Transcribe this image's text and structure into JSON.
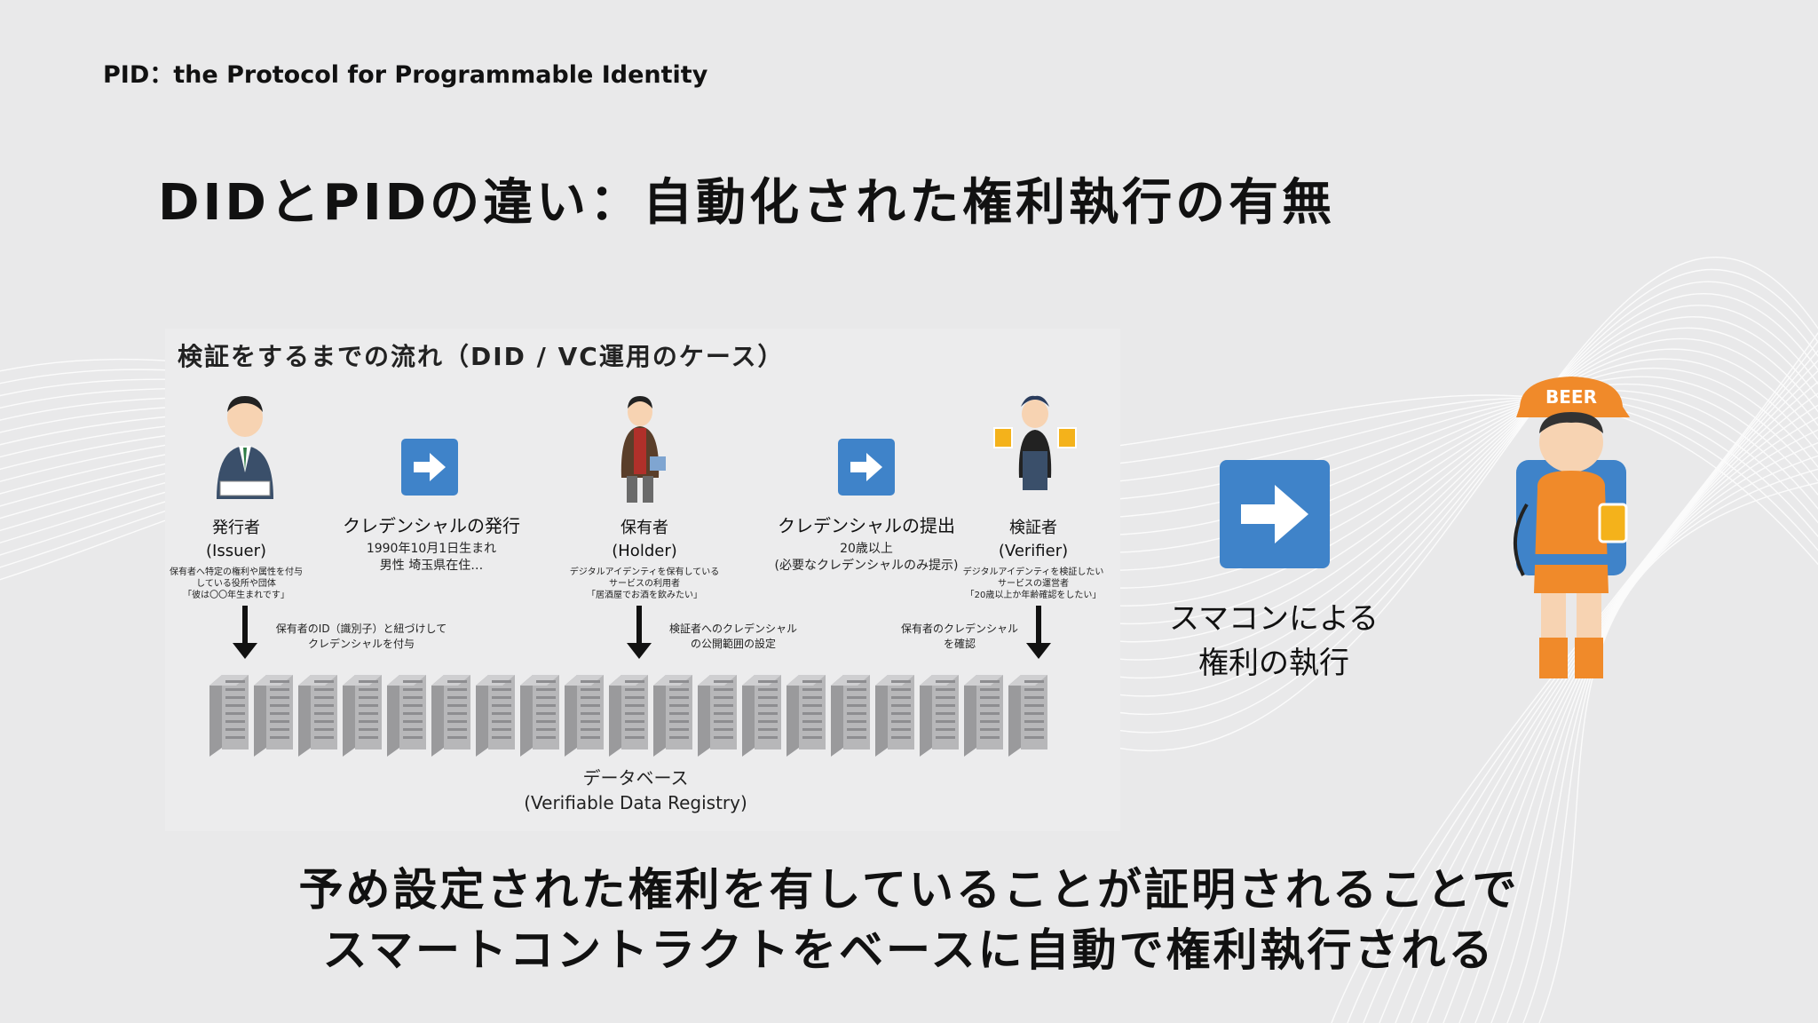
{
  "header": {
    "title": "PID：the Protocol for Programmable Identity"
  },
  "main": {
    "title": "DIDとPIDの違い：自動化された権利執行の有無"
  },
  "diagram": {
    "caption": "検証をするまでの流れ（DID / VC運用のケース）",
    "issuer": {
      "name": "発行者",
      "name_en": "(Issuer)",
      "desc_1": "保有者へ特定の権利や属性を付与",
      "desc_2": "している役所や団体",
      "desc_3": "「彼は〇〇年生まれです」"
    },
    "holder": {
      "name": "保有者",
      "name_en": "(Holder)",
      "desc_1": "デジタルアイデンティを保有している",
      "desc_2": "サービスの利用者",
      "desc_3": "「居酒屋でお酒を飲みたい」"
    },
    "verifier": {
      "name": "検証者",
      "name_en": "(Verifier)",
      "desc_1": "デジタルアイデンティを検証したい",
      "desc_2": "サービスの運営者",
      "desc_3": "「20歳以上か年齢確認をしたい」"
    },
    "issue_flow": {
      "title": "クレデンシャルの発行",
      "line_1": "1990年10月1日生まれ",
      "line_2": "男性 埼玉県在住…"
    },
    "present_flow": {
      "title": "クレデンシャルの提出",
      "line_1": "20歳以上",
      "line_2": "(必要なクレデンシャルのみ提示)"
    },
    "issuer_note_1": "保有者のID（識別子）と紐づけして",
    "issuer_note_2": "クレデンシャルを付与",
    "holder_note_1": "検証者へのクレデンシャル",
    "holder_note_2": "の公開範囲の設定",
    "verifier_note_1": "保有者のクレデンシャル",
    "verifier_note_2": "を確認",
    "db_label_1": "データベース",
    "db_label_2": "(Verifiable Data Registry)"
  },
  "right": {
    "exec_line_1": "スマコンによる",
    "exec_line_2": "権利の執行",
    "cap_text": "BEER"
  },
  "bottom": {
    "line_1": "予め設定された権利を有していることが証明されることで",
    "line_2": "スマートコントラクトをベースに自動で権利執行される"
  },
  "colors": {
    "accent_blue": "#3f83c9",
    "orange": "#f08a2a",
    "background": "#e9e9ea"
  }
}
